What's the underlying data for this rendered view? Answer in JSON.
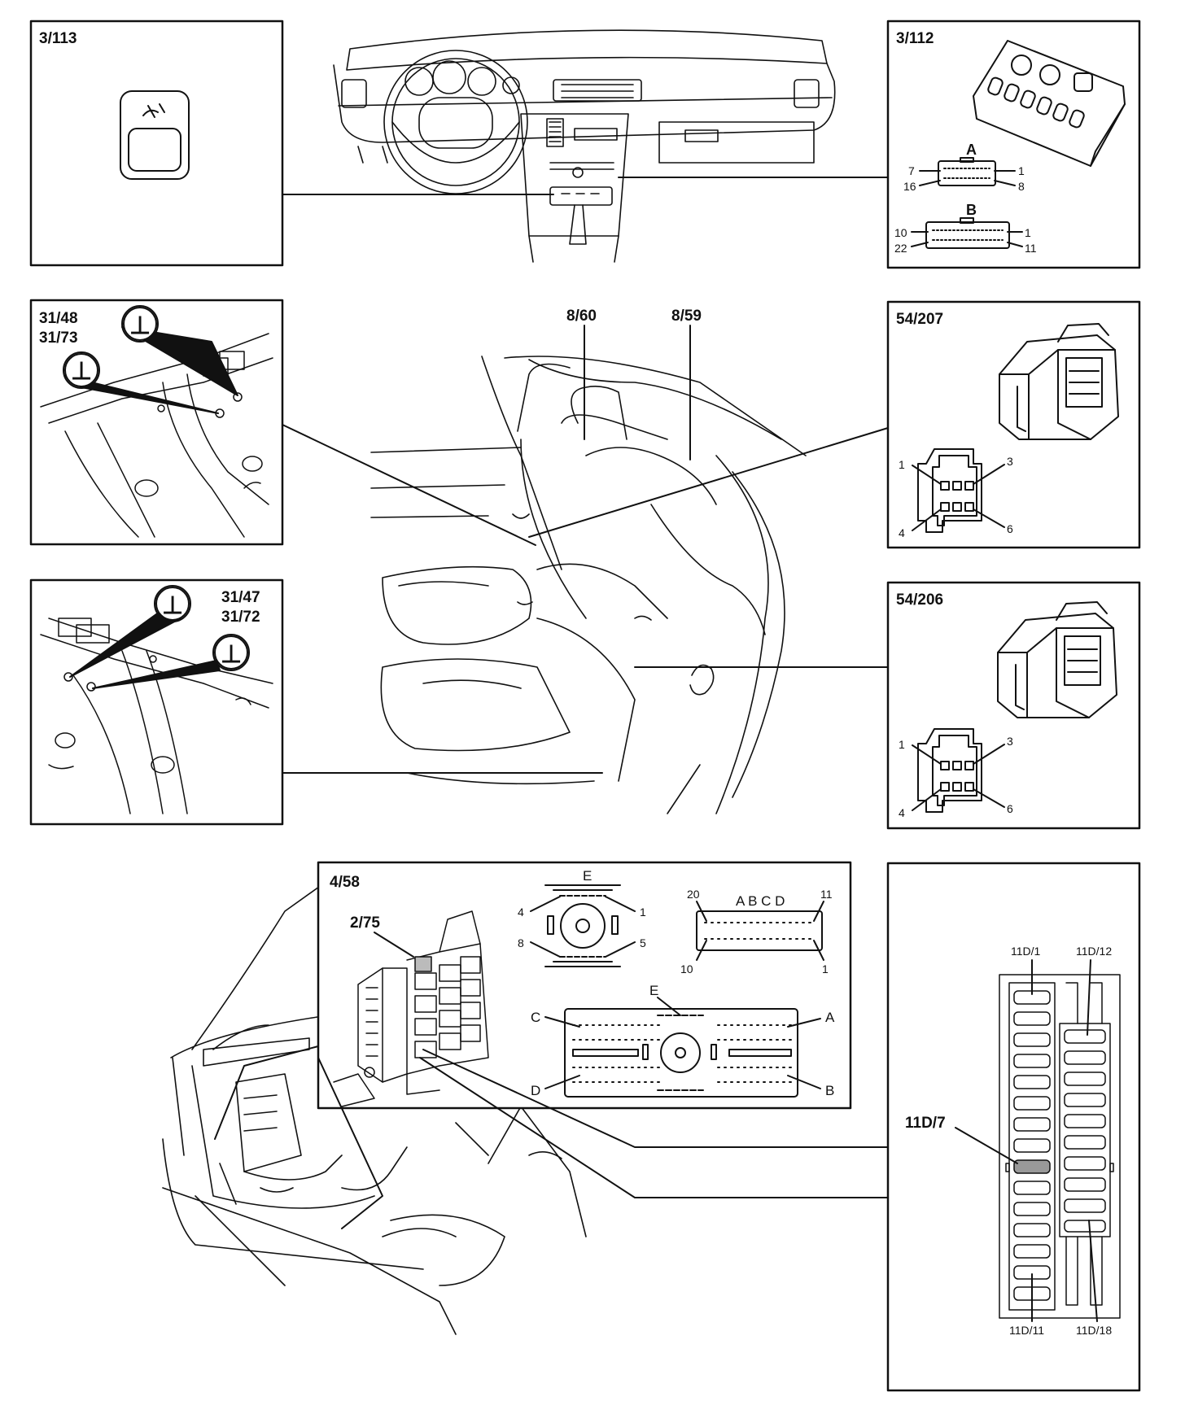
{
  "panels": {
    "p3_113": {
      "id": "3/113"
    },
    "p3_112": {
      "id": "3/112",
      "connA": {
        "letter": "A",
        "pins": [
          "7",
          "1",
          "16",
          "8"
        ]
      },
      "connB": {
        "letter": "B",
        "pins": [
          "10",
          "1",
          "22",
          "11"
        ]
      }
    },
    "p31_48": {
      "id1": "31/48",
      "id2": "31/73",
      "ground": [
        "⊥",
        "⊥"
      ]
    },
    "p31_47": {
      "id1": "31/47",
      "id2": "31/72",
      "ground": [
        "⊥",
        "⊥"
      ]
    },
    "p54_207": {
      "id": "54/207",
      "pins": [
        "1",
        "3",
        "4",
        "6"
      ]
    },
    "p54_206": {
      "id": "54/206",
      "pins": [
        "1",
        "3",
        "4",
        "6"
      ]
    },
    "p4_58": {
      "id": "4/58",
      "relay": "2/75",
      "connE": {
        "letter": "E",
        "pins": [
          "4",
          "1",
          "8",
          "5"
        ]
      },
      "connRect": {
        "header": "A B C D",
        "pins": [
          "20",
          "11",
          "10",
          "1"
        ]
      },
      "main": [
        "E",
        "C",
        "A",
        "D",
        "B"
      ]
    },
    "fuse": {
      "tl": "11D/1",
      "tr": "11D/12",
      "bl": "11D/11",
      "br": "11D/18",
      "callout": "11D/7"
    }
  },
  "seats": {
    "left": "8/60",
    "right": "8/59"
  }
}
